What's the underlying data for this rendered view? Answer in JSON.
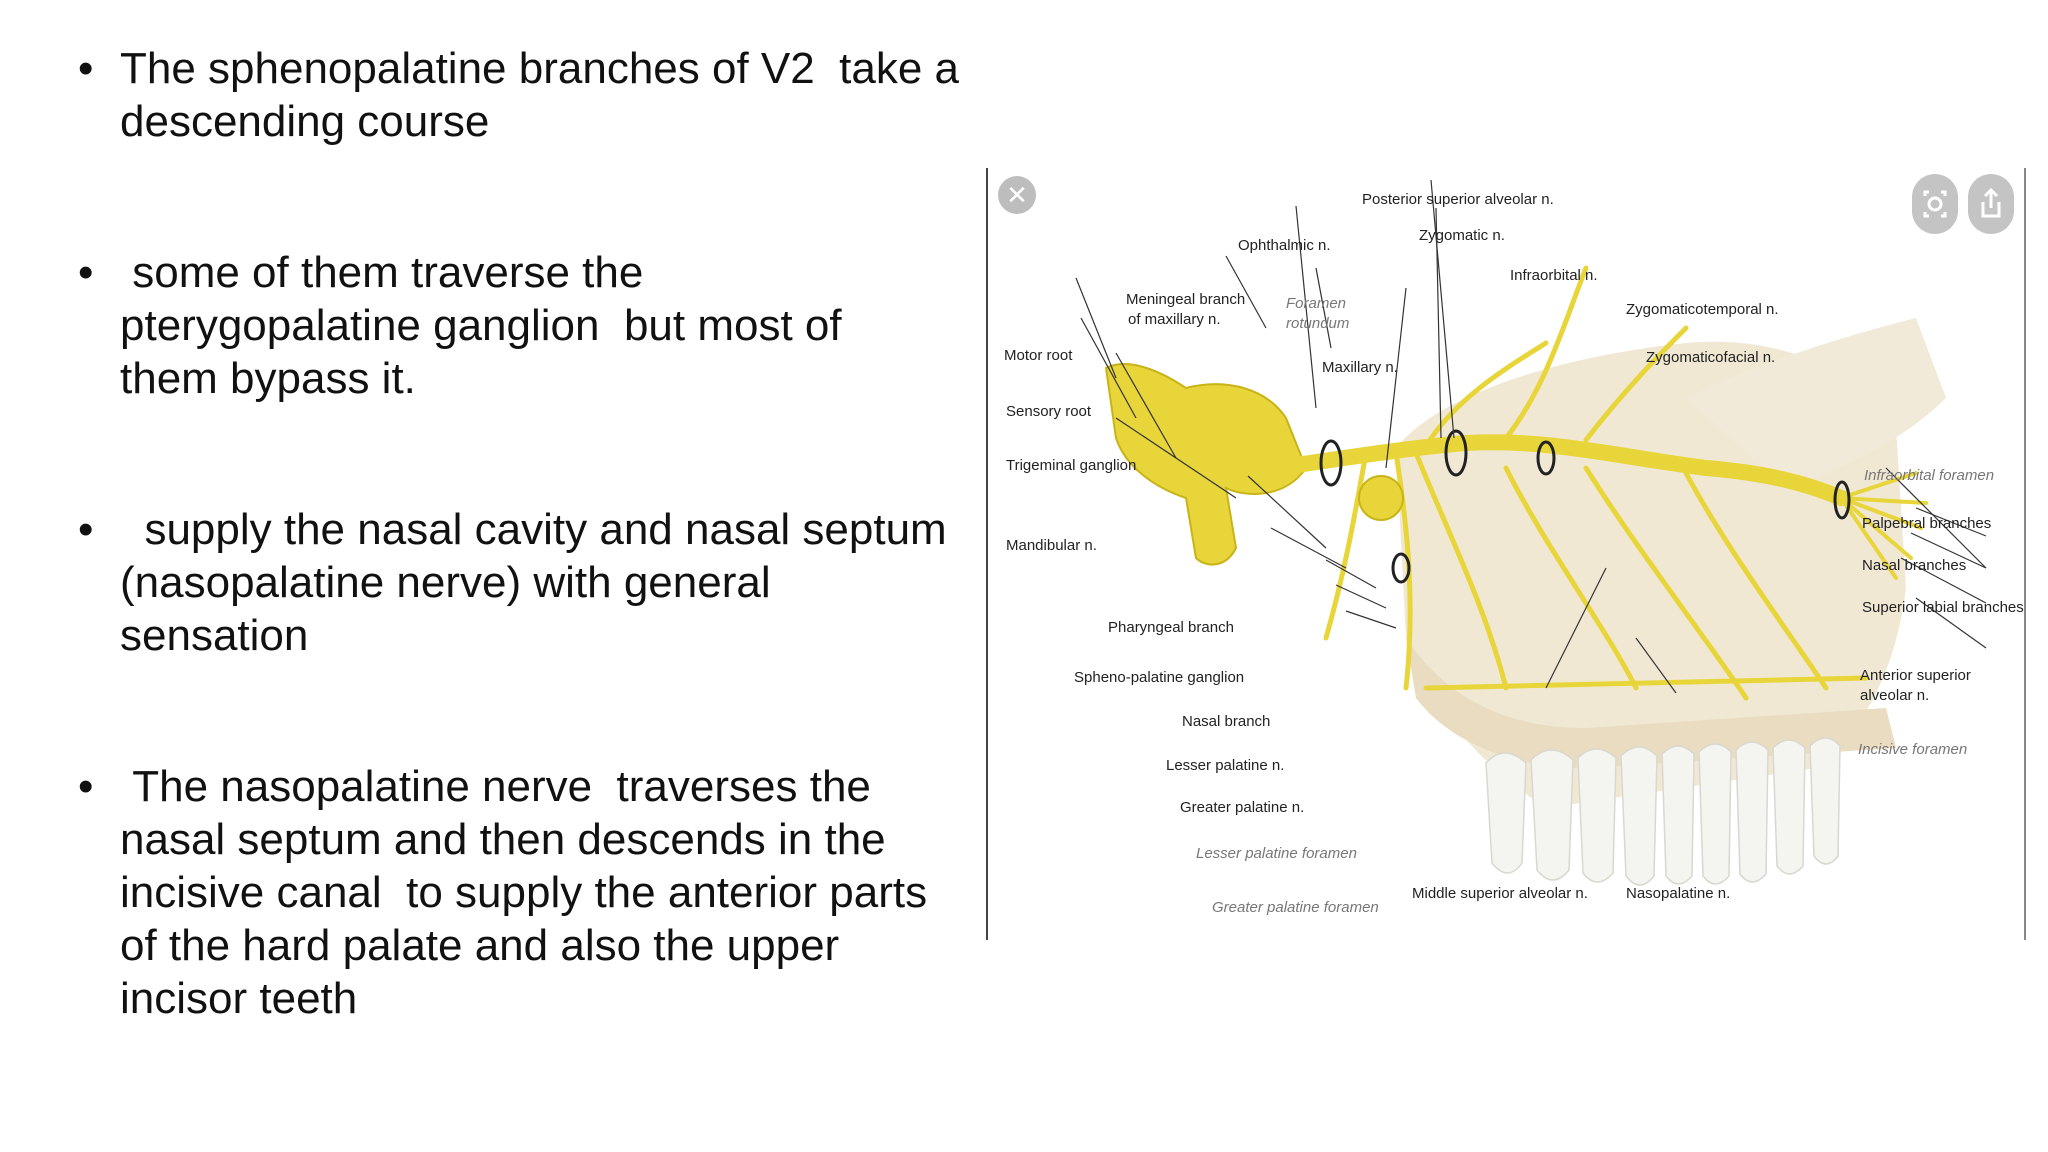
{
  "bullets": [
    "The sphenopalatine branches of V2  take a\ndescending course",
    " some of them traverse the\npterygopalatine ganglion  but most of\nthem bypass it.",
    "  supply the nasal cavity and nasal septum\n(nasopalatine nerve) with general\nsensation",
    " The nasopalatine nerve  traverses the\nnasal septum and then descends in the\nincisive canal  to supply the anterior parts\nof the hard palate and also the upper\nincisor teeth"
  ],
  "bullet_glyph": "•",
  "figure": {
    "close_symbol": "✕",
    "labels": {
      "posterior_superior_alveolar": "Posterior superior alveolar n.",
      "zygomatic": "Zygomatic n.",
      "ophthalmic": "Ophthalmic n.",
      "infraorbital": "Infraorbital n.",
      "meningeal_1": "Meningeal branch",
      "meningeal_2": "of maxillary n.",
      "foramen_rotundum_1": "Foramen",
      "foramen_rotundum_2": "rotundum",
      "zygomaticotemporal": "Zygomaticotemporal n.",
      "motor_root": "Motor root",
      "zygomaticofacial": "Zygomaticofacial n.",
      "maxillary": "Maxillary n.",
      "sensory_root": "Sensory root",
      "trigeminal_ganglion": "Trigeminal ganglion",
      "infraorbital_foramen": "Infraorbital foramen",
      "palpebral": "Palpebral branches",
      "mandibular": "Mandibular n.",
      "nasal_branches": "Nasal branches",
      "superior_labial": "Superior labial branches",
      "pharyngeal": "Pharyngeal branch",
      "anterior_superior_1": "Anterior superior",
      "anterior_superior_2": "alveolar n.",
      "sphenopalatine_ganglion": "Spheno-palatine ganglion",
      "incisive_foramen": "Incisive foramen",
      "nasal_branch": "Nasal branch",
      "lesser_palatine": "Lesser palatine n.",
      "greater_palatine": "Greater palatine n.",
      "lesser_palatine_foramen": "Lesser palatine foramen",
      "middle_superior_alveolar": "Middle superior alveolar n.",
      "nasopalatine": "Nasopalatine n.",
      "greater_palatine_foramen": "Greater palatine foramen"
    }
  },
  "colors": {
    "nerve": "#e8d53a",
    "nerve_dark": "#c9b418",
    "bone": "#efe6cf",
    "teeth": "#f4f4f0",
    "text": "#111111"
  }
}
